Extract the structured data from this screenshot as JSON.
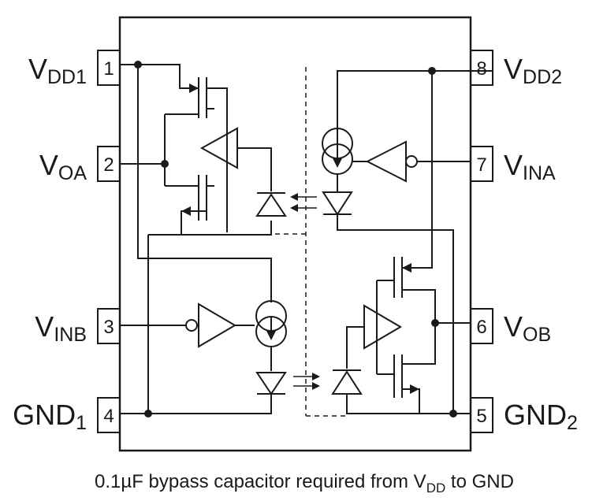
{
  "pins": {
    "p1": {
      "number": "1",
      "name": "V",
      "sub": "DD1"
    },
    "p2": {
      "number": "2",
      "name": "V",
      "sub": "OA"
    },
    "p3": {
      "number": "3",
      "name": "V",
      "sub": "INB"
    },
    "p4": {
      "number": "4",
      "name": "GND",
      "sub": "1"
    },
    "p5": {
      "number": "5",
      "name": "GND",
      "sub": "2"
    },
    "p6": {
      "number": "6",
      "name": "V",
      "sub": "OB"
    },
    "p7": {
      "number": "7",
      "name": "V",
      "sub": "INA"
    },
    "p8": {
      "number": "8",
      "name": "V",
      "sub": "DD2"
    }
  },
  "caption": {
    "pre": "0.1µF bypass capacitor required from V",
    "sub": "DD",
    "post": " to GND"
  },
  "colors": {
    "stroke": "#1a1a1a",
    "background": "#ffffff"
  }
}
